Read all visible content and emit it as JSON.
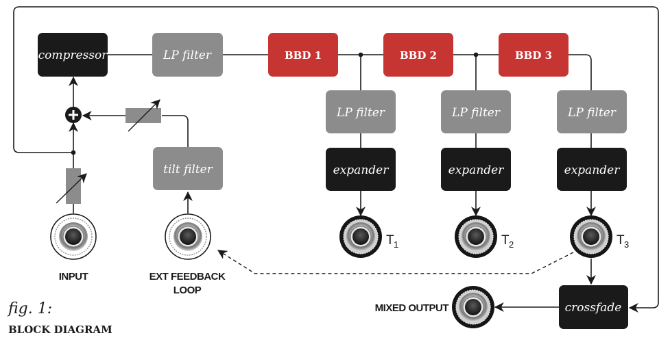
{
  "colors": {
    "black_block": "#1a1a1a",
    "gray_block": "#8c8c8c",
    "red_block": "#c73532",
    "wire": "#1a1a1a"
  },
  "blocks": {
    "compressor": "compressor",
    "lp_filter_main": "LP filter",
    "bbd1": "BBD 1",
    "bbd2": "BBD 2",
    "bbd3": "BBD 3",
    "lp_filter_tap1": "LP filter",
    "lp_filter_tap2": "LP filter",
    "lp_filter_tap3": "LP filter",
    "expander_tap1": "expander",
    "expander_tap2": "expander",
    "expander_tap3": "expander",
    "tilt_filter": "tilt filter",
    "crossfade": "crossfade"
  },
  "bbd_parts": {
    "bbd1": {
      "prefix": "BBD",
      "num": "1"
    },
    "bbd2": {
      "prefix": "BBD",
      "num": "2"
    },
    "bbd3": {
      "prefix": "BBD",
      "num": "3"
    }
  },
  "jacks": {
    "input": "INPUT",
    "ext_feedback_line1": "EXT FEEDBACK",
    "ext_feedback_line2": "LOOP",
    "mixed_output": "MIXED OUTPUT",
    "tap1": {
      "letter": "T",
      "sub": "1"
    },
    "tap2": {
      "letter": "T",
      "sub": "2"
    },
    "tap3": {
      "letter": "T",
      "sub": "3"
    }
  },
  "symbols": {
    "summing_junction": "+"
  },
  "caption": {
    "fig": "fig. 1:",
    "title": "BLOCK DIAGRAM"
  }
}
